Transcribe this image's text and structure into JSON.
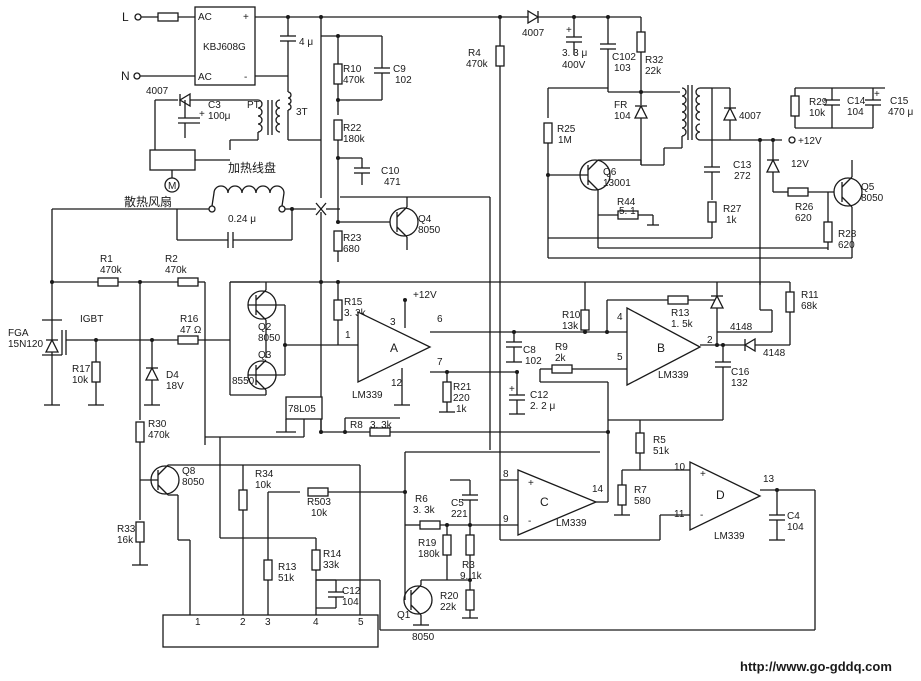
{
  "labels": {
    "L": "L",
    "N": "N",
    "ac1": "AC",
    "ac2": "AC",
    "plus": "+",
    "minus": "-",
    "bridge": "KBJ608G",
    "cap_4u": "4 μ",
    "d_4007_top": "4007",
    "d_4007_left": "4007",
    "c3": "C3",
    "c3_val": "100μ",
    "pt": "PT",
    "t3": "3T",
    "heating_coil": "加热线盘",
    "fan": "散热风扇",
    "fan_motor": "M",
    "c_024": "0.24 μ",
    "r10": "R10",
    "r10_val": "470k",
    "c9": "C9",
    "c9_val": "102",
    "r22": "R22",
    "r22_val": "180k",
    "c10": "C10",
    "c10_val": "471",
    "r23": "R23",
    "r23_val": "680",
    "q4": "Q4",
    "q4_val": "8050",
    "r4": "R4",
    "r4_val": "470k",
    "c_33u": "3. 3 μ",
    "c_33u_v": "400V",
    "c102": "C102",
    "c102_val": "103",
    "r32": "R32",
    "r32_val": "22k",
    "fr104": "FR",
    "fr104_val": "104",
    "r25": "R25",
    "r25_val": "1M",
    "q6": "Q6",
    "q6_val": "13001",
    "r44": "R44",
    "r44_val": "5. 1",
    "r27": "R27",
    "r27_val": "1k",
    "c13": "C13",
    "c13_val": "272",
    "d_4007_right": "4007",
    "r29": "R29",
    "r29_val": "10k",
    "c14": "C14",
    "c14_val": "104",
    "c15": "C15",
    "c15_val": "470 μ",
    "v12_out": "+12V",
    "z12": "12V",
    "r26": "R26",
    "r26_val": "620",
    "q5": "Q5",
    "q5_val": "8050",
    "r28": "R28",
    "r28_val": "620",
    "igbt_part": "FGA",
    "igbt_part2": "15N120",
    "igbt": "IGBT",
    "r1": "R1",
    "r1_val": "470k",
    "r2": "R2",
    "r2_val": "470k",
    "r16": "R16",
    "r16_val": "47 Ω",
    "r17": "R17",
    "r17_val": "10k",
    "d4": "D4",
    "d4_val": "18V",
    "q2": "Q2",
    "q2_val": "8050",
    "q3": "Q3",
    "q3_val": "8550",
    "r15": "R15",
    "r15_val": "3. 3k",
    "v12_a": "+12V",
    "opa": "A",
    "opa_part": "LM339",
    "pin1": "1",
    "pin3": "3",
    "pin6": "6",
    "pin7": "7",
    "pin12": "12",
    "r21": "R21",
    "r21_val": "220",
    "r21_val2": "1k",
    "c8": "C8",
    "c8_val": "102",
    "c12b": "C12",
    "c12b_val": "2. 2 μ",
    "reg": "78L05",
    "r8": "R8",
    "r8_val": "3. 3k",
    "r10b": "R10",
    "r10b_val": "13k",
    "r9": "R9",
    "r9_val": "2k",
    "opb": "B",
    "opb_part": "LM339",
    "pin4": "4",
    "pin5": "5",
    "pin2": "2",
    "r13b": "R13",
    "r13b_val": "1. 5k",
    "d4148a": "4148",
    "d4148b": "4148",
    "r11": "R11",
    "r11_val": "68k",
    "c16": "C16",
    "c16_val": "132",
    "r5": "R5",
    "r5_val": "51k",
    "r30": "R30",
    "r30_val": "470k",
    "q8": "Q8",
    "q8_val": "8050",
    "r33": "R33",
    "r33_val": "16k",
    "r34": "R34",
    "r34_val": "10k",
    "r503": "R503",
    "r503_val": "10k",
    "r13c": "R13",
    "r13c_val": "51k",
    "r14": "R14",
    "r14_val": "33k",
    "c12c": "C12",
    "c12c_val": "104",
    "r6": "R6",
    "r6_val": "3. 3k",
    "c5": "C5",
    "c5_val": "221",
    "opc": "C",
    "opc_part": "LM339",
    "pin8": "8",
    "pin9": "9",
    "pin14": "14",
    "r19": "R19",
    "r19_val": "180k",
    "r3": "R3",
    "r3_val": "9. 1k",
    "r20": "R20",
    "r20_val": "22k",
    "q1": "Q1",
    "q1_val": "8050",
    "r7": "R7",
    "r7_val": "580",
    "opd": "D",
    "opd_part": "LM339",
    "pin10": "10",
    "pin11": "11",
    "pin13": "13",
    "c4": "C4",
    "c4_val": "104",
    "conn1": "1",
    "conn2": "2",
    "conn3": "3",
    "conn4": "4",
    "conn5": "5",
    "url": "http://www.go-gddq.com"
  }
}
